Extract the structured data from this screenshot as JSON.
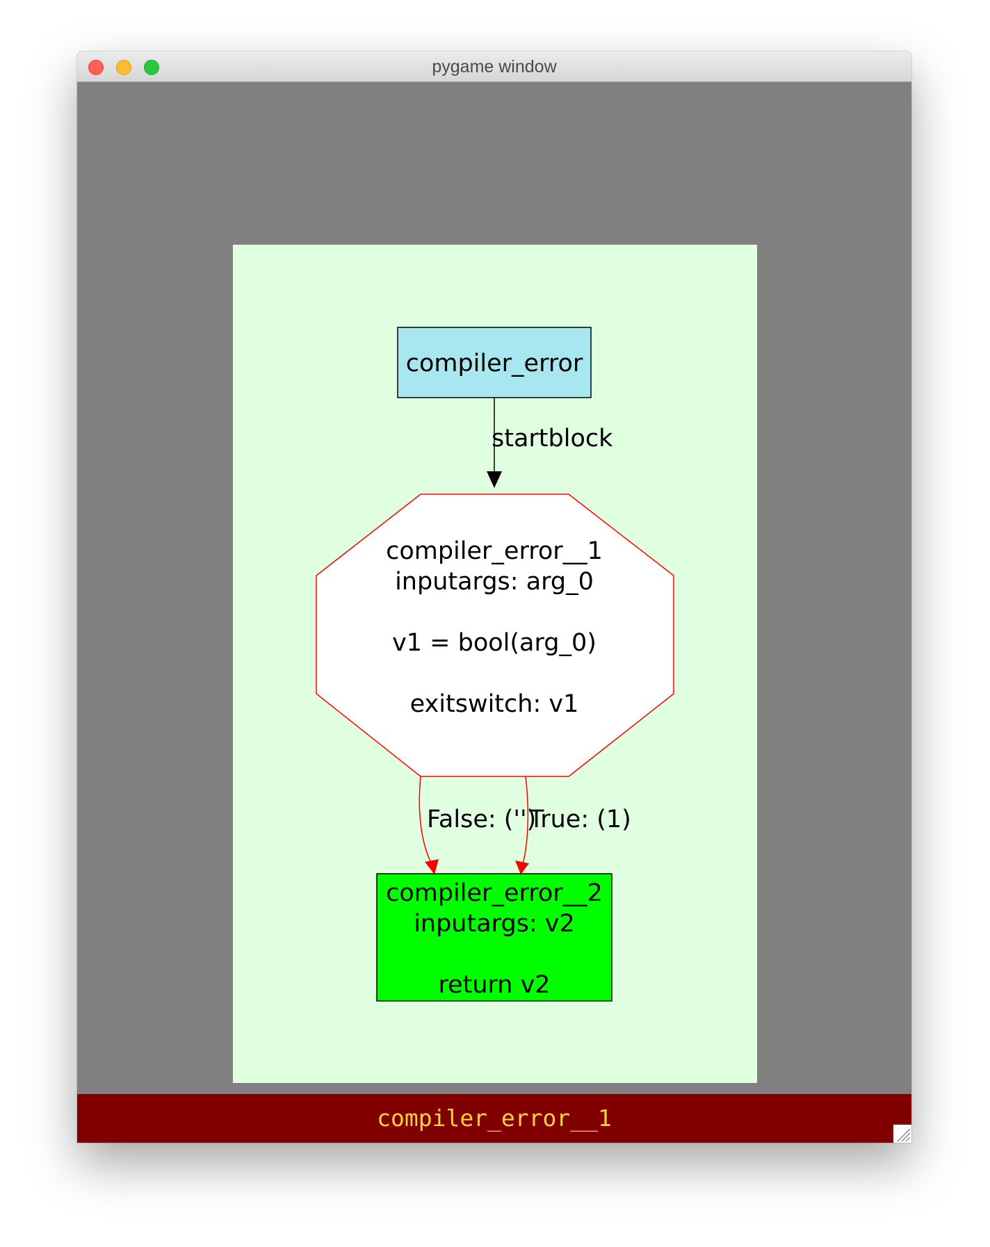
{
  "window": {
    "title": "pygame window",
    "background_color": "#808080"
  },
  "graph": {
    "background_color": "#e0ffe0",
    "nodes": {
      "start": {
        "label": "compiler_error",
        "fill": "#a8e6f0",
        "stroke": "#000000"
      },
      "block1": {
        "lines": [
          "compiler_error__1",
          "inputargs: arg_0",
          "",
          "v1 = bool(arg_0)",
          "",
          "exitswitch: v1"
        ],
        "fill": "#ffffff",
        "stroke": "#ff0000"
      },
      "block2": {
        "lines": [
          "compiler_error__2",
          "inputargs: v2",
          "",
          "return v2"
        ],
        "fill": "#00ff00",
        "stroke": "#000000"
      }
    },
    "edges": {
      "startblock": {
        "label": "startblock",
        "color": "#000000"
      },
      "false_edge": {
        "label": "False: ('')",
        "color": "#ff0000"
      },
      "true_edge": {
        "label": "True: (1)",
        "color": "#ff0000"
      }
    }
  },
  "statusbar": {
    "text": "compiler_error__1",
    "background_color": "#800000",
    "text_color": "#ffd23c"
  },
  "icons": {
    "close": "close-icon",
    "minimize": "minimize-icon",
    "zoom": "zoom-icon",
    "resize": "resize-grip-icon"
  }
}
